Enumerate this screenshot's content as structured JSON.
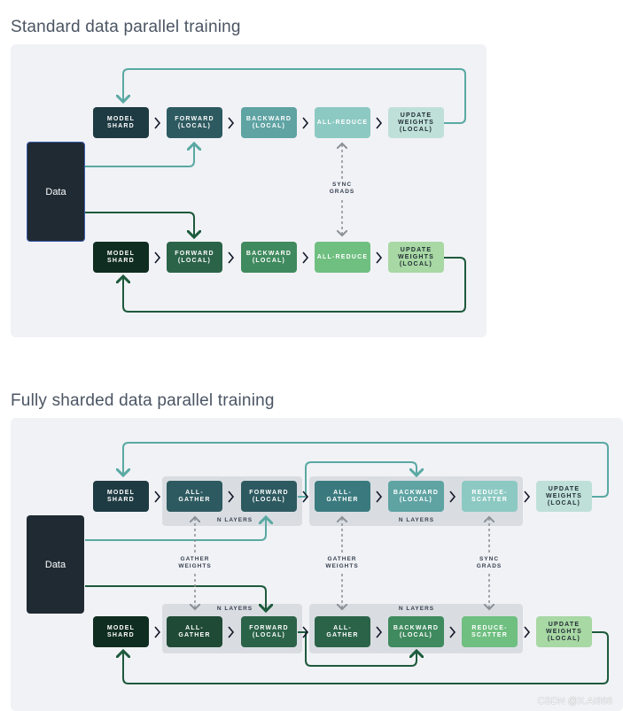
{
  "sections": {
    "standard": {
      "title": "Standard data parallel training",
      "data_label": "Data",
      "top_row": [
        "MODEL\nSHARD",
        "FORWARD\n(LOCAL)",
        "BACKWARD\n(LOCAL)",
        "ALL-REDUCE",
        "UPDATE\nWEIGHTS\n(LOCAL)"
      ],
      "bottom_row": [
        "MODEL\nSHARD",
        "FORWARD\n(LOCAL)",
        "BACKWARD\n(LOCAL)",
        "ALL-REDUCE",
        "UPDATE\nWEIGHTS\n(LOCAL)"
      ],
      "sync_label": "SYNC\nGRADS"
    },
    "fsdp": {
      "title": "Fully sharded data parallel training",
      "data_label": "Data",
      "top_row": [
        "MODEL\nSHARD",
        "ALL-\nGATHER",
        "FORWARD\n(LOCAL)",
        "ALL-\nGATHER",
        "BACKWARD\n(LOCAL)",
        "REDUCE-\nSCATTER",
        "UPDATE\nWEIGHTS\n(LOCAL)"
      ],
      "bottom_row": [
        "MODEL\nSHARD",
        "ALL-\nGATHER",
        "FORWARD\n(LOCAL)",
        "ALL-\nGATHER",
        "BACKWARD\n(LOCAL)",
        "REDUCE-\nSCATTER",
        "UPDATE\nWEIGHTS\n(LOCAL)"
      ],
      "n_layers": "N LAYERS",
      "gather_label_1": "GATHER\nWEIGHTS",
      "gather_label_2": "GATHER\nWEIGHTS",
      "sync_label": "SYNC\nGRADS"
    }
  },
  "colors": {
    "teal_dark": "#1e3a42",
    "teal_mid": "#2d5a60",
    "teal_light": "#5fa3a3",
    "teal_lighter": "#8cc9c2",
    "teal_pale": "#bfe0d9",
    "green_dark": "#0f2d20",
    "green_mid": "#2b6349",
    "green_light": "#3f8a5e",
    "green_bright": "#6fbf80",
    "green_pale": "#a8d8a4",
    "wire_teal": "#5aa9a3",
    "wire_green": "#1d5a3c"
  },
  "watermark": "CSDN @X.AI666"
}
